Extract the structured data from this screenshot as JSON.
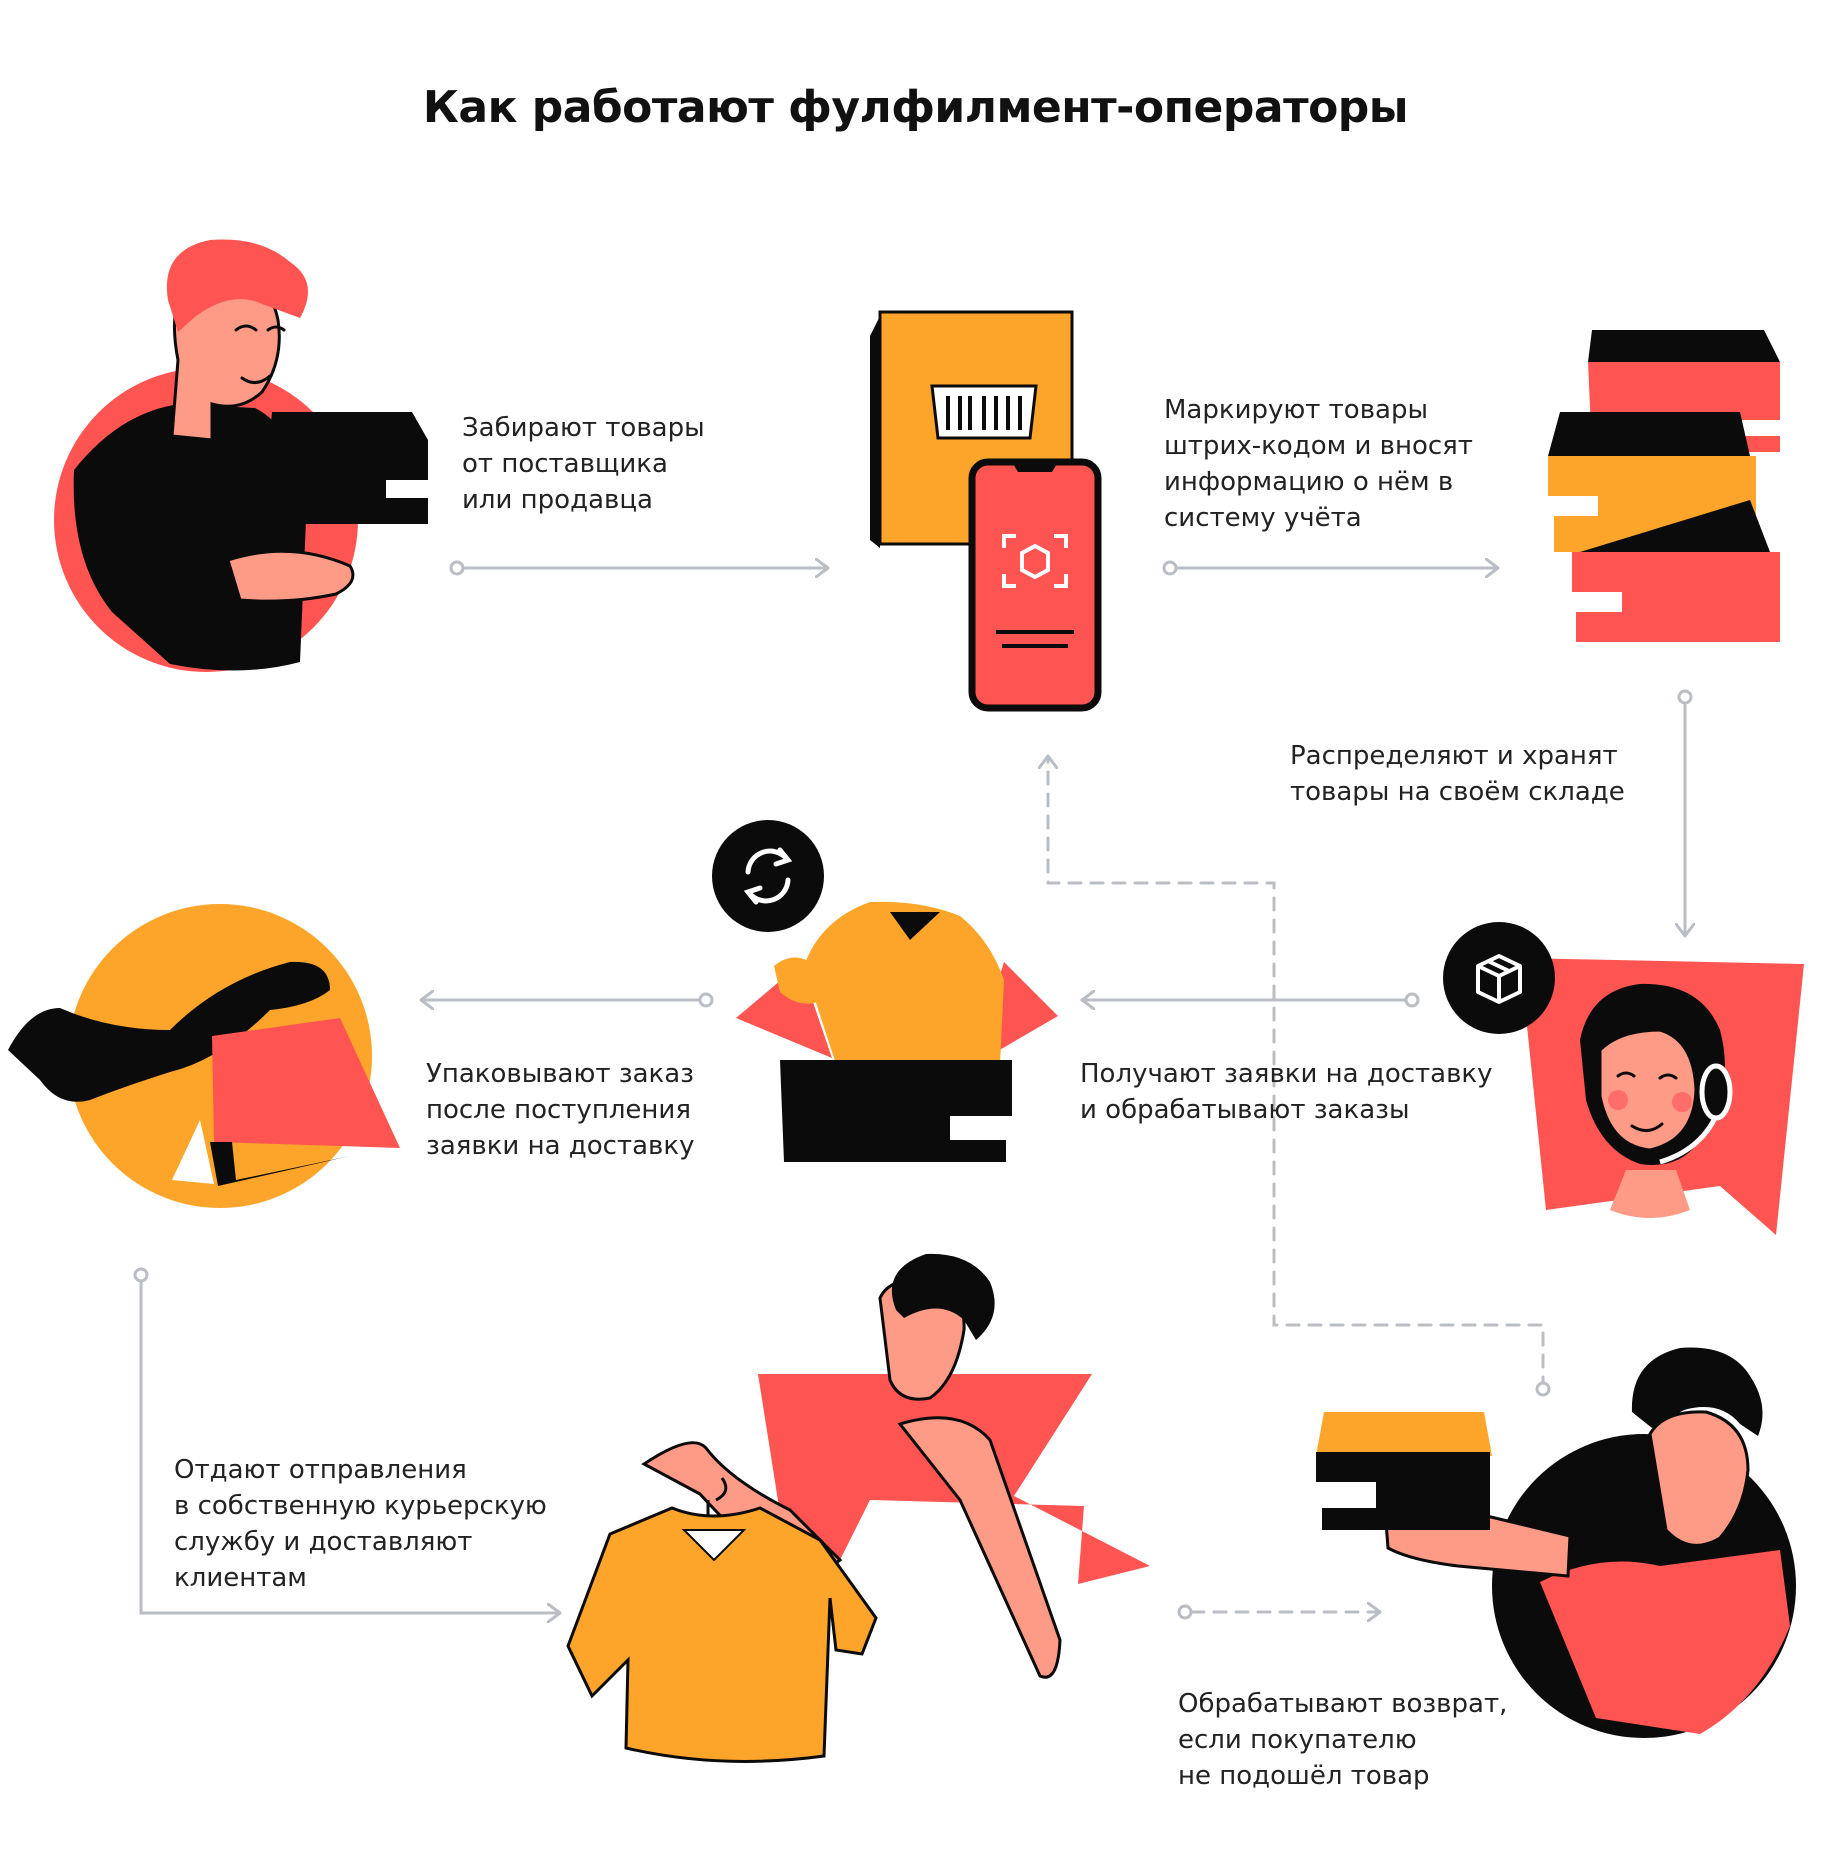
{
  "title": "Как работают фулфилмент-операторы",
  "colors": {
    "red": "#ff5552",
    "orange": "#fca52a",
    "black": "#0b0b0b",
    "skin": "#fd9b87",
    "line": "#b9bdc4"
  },
  "steps": [
    {
      "text": "Забирают товары\nот поставщика\nили продавца",
      "icon": "courier-with-box"
    },
    {
      "text": "Маркируют товары\nштрих-кодом и вносят\nинформацию о нём в\nсистему учёта",
      "icon": "barcode-box-and-scanner-phone"
    },
    {
      "text": "Распределяют и хранят\nтовары на своём складе",
      "icon": "stacked-boxes"
    },
    {
      "text": "Получают заявки на доставку\nи обрабатывают заказы",
      "icon": "operator-with-headset"
    },
    {
      "text": "Упаковывают заказ\nпосле поступления\nзаявки на доставку",
      "icon": "sweater-in-box"
    },
    {
      "text": "Отдают отправления\nв собственную курьерскую\nслужбу и доставляют\nклиентам",
      "icon": "hand-with-shopping-bag"
    },
    {
      "text": "Обрабатывают возврат,\nесли покупателю\nне подошёл товар",
      "icon": "man-holding-box"
    }
  ],
  "badges": [
    "refresh-icon",
    "box-icon"
  ],
  "customer": "man-with-sweater"
}
